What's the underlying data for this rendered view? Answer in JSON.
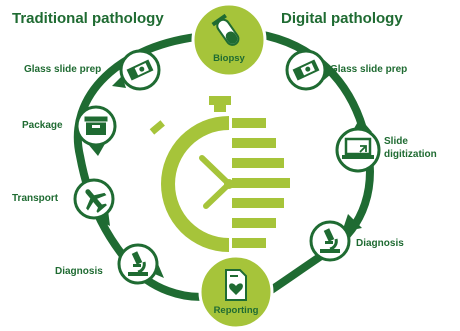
{
  "titles": {
    "traditional": "Traditional pathology",
    "digital": "Digital pathology"
  },
  "hubs": {
    "top": {
      "label": "Biopsy",
      "icon": "test-tube-icon"
    },
    "bottom": {
      "label": "Reporting",
      "icon": "report-heart-icon"
    }
  },
  "traditional_steps": [
    {
      "label": "Glass slide prep",
      "icon": "glass-slide-icon"
    },
    {
      "label": "Package",
      "icon": "package-box-icon"
    },
    {
      "label": "Transport",
      "icon": "airplane-icon"
    },
    {
      "label": "Diagnosis",
      "icon": "microscope-icon"
    }
  ],
  "digital_steps": [
    {
      "label": "Glass slide prep",
      "icon": "glass-slide-icon"
    },
    {
      "label_line1": "Slide",
      "label_line2": "digitization",
      "icon": "laptop-cursor-icon"
    },
    {
      "label": "Diagnosis",
      "icon": "microscope-icon"
    }
  ],
  "center": {
    "icon": "stopwatch-icon"
  },
  "colors": {
    "dark_green": "#1f6b32",
    "lime": "#a6c43a",
    "white": "#ffffff"
  }
}
